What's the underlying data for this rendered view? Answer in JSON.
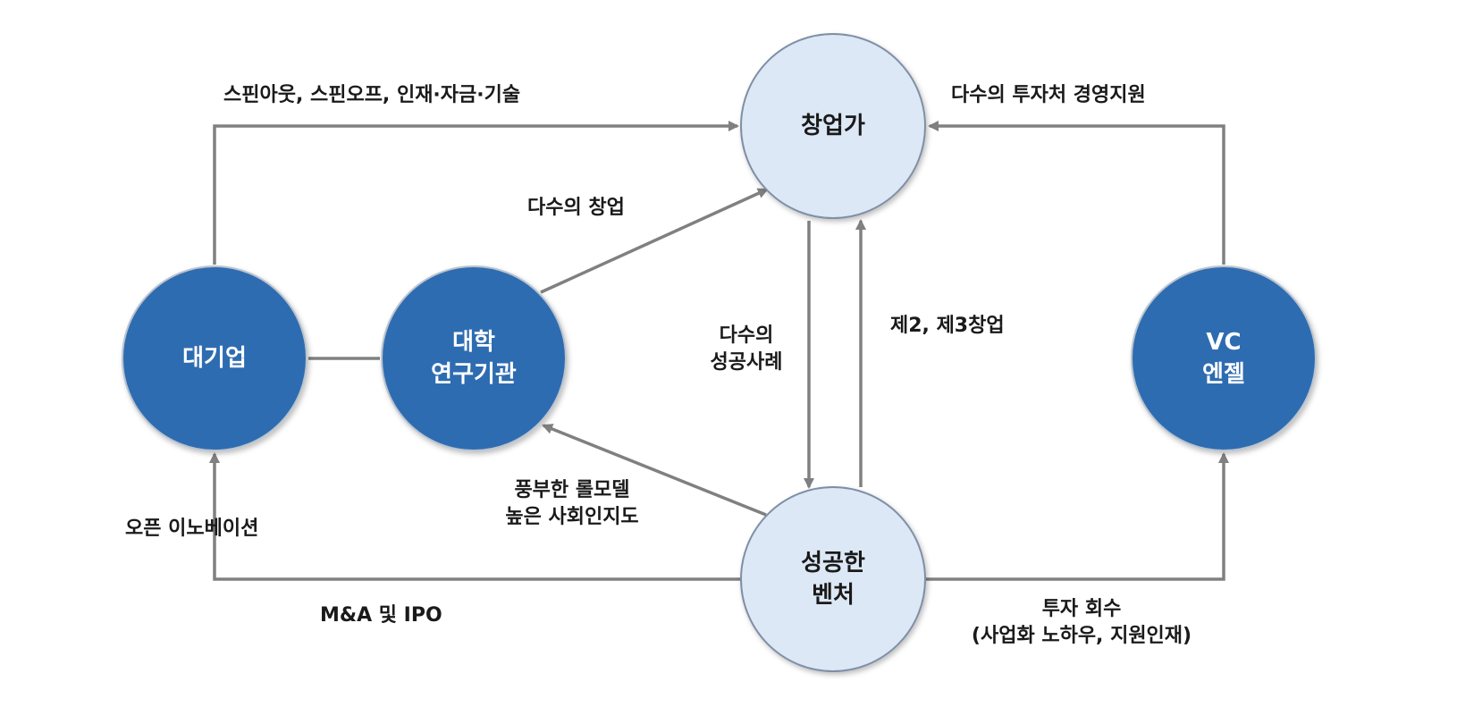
{
  "colors": {
    "node_dark": "#2f6cb1",
    "node_light": "#dce8f5",
    "node_light_stroke": "#7f8fa6",
    "node_dark_stroke": "#b9c3cf",
    "arrow": "#808080"
  },
  "nodes": {
    "founder": {
      "lines": [
        "창업가"
      ]
    },
    "large_company": {
      "lines": [
        "대기업"
      ]
    },
    "university": {
      "lines": [
        "대학",
        "연구기관"
      ]
    },
    "vc": {
      "lines": [
        "VC",
        "엔젤"
      ]
    },
    "venture": {
      "lines": [
        "성공한",
        "벤처"
      ]
    }
  },
  "edge_labels": {
    "spinout": "스핀아웃, 스핀오프, 인재·자금·기술",
    "multi_investment": "다수의 투자처 경영지원",
    "multi_startup": "다수의 창업",
    "success_cases": [
      "다수의",
      "성공사례"
    ],
    "second_startup": "제2, 제3창업",
    "role_model": [
      "풍부한 롤모델",
      "높은 사회인지도"
    ],
    "open_innovation": "오픈 이노베이션",
    "ma_ipo": "M&A 및 IPO",
    "investment_return": [
      "투자 회수",
      "(사업화 노하우, 지원인재)"
    ]
  }
}
